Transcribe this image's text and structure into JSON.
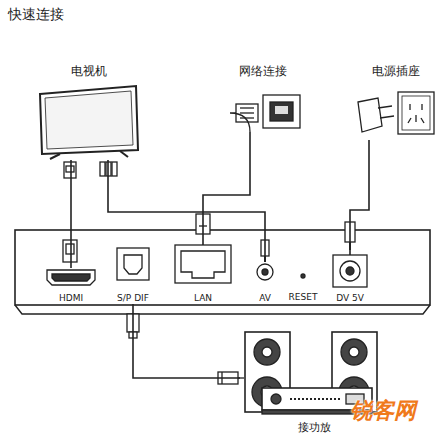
{
  "diagram": {
    "title": "快速连接",
    "nodes": [
      {
        "text": [
          "电视机"
        ]
      },
      {
        "text": [
          "网络连接"
        ]
      },
      {
        "text": [
          "电源插座"
        ]
      },
      {
        "text": [
          "HDMI"
        ]
      },
      {
        "text": [
          "S/P DIF"
        ]
      },
      {
        "text": [
          "LAN"
        ]
      },
      {
        "text": [
          "AV"
        ]
      },
      {
        "text": [
          "DV 5V"
        ]
      },
      {
        "text": [
          "接功放"
        ]
      }
    ],
    "edges": [
      {
        "from": 0,
        "to": 3,
        "arrow": "none"
      },
      {
        "from": 0,
        "to": 6,
        "arrow": "none"
      },
      {
        "from": 1,
        "to": 5,
        "arrow": "none"
      },
      {
        "from": 2,
        "to": 7,
        "arrow": "none"
      },
      {
        "from": 4,
        "to": 8,
        "arrow": "none"
      }
    ],
    "labels": [
      "RESET",
      "锐客网"
    ]
  }
}
